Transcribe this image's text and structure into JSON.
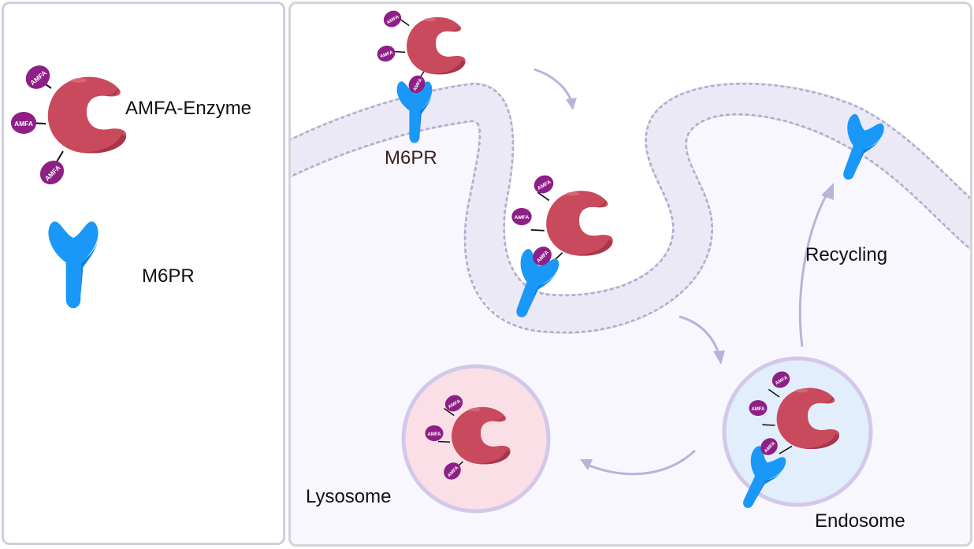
{
  "legend": {
    "items": [
      {
        "label": "AMFA-Enzyme",
        "icon": "enzyme-icon"
      },
      {
        "label": "M6PR",
        "icon": "receptor-icon"
      }
    ]
  },
  "tags": {
    "amfa": "AMFA"
  },
  "diagram": {
    "surface_receptor_label": "M6PR",
    "recycling_label": "Recycling",
    "endosome_label": "Endosome",
    "lysosome_label": "Lysosome"
  },
  "colors": {
    "enzyme": "#c94a5c",
    "enzyme_shadow": "#a8354a",
    "amfa": "#8e1f86",
    "receptor": "#1a98f8",
    "membrane_head": "#b4afcc",
    "arrow": "#b9b3d8",
    "endosome_fill": "#e2eefb",
    "lysosome_fill": "#fae0e6",
    "vesicle_border": "#d2c8ea",
    "cell_bg": "#f8f7fd"
  }
}
